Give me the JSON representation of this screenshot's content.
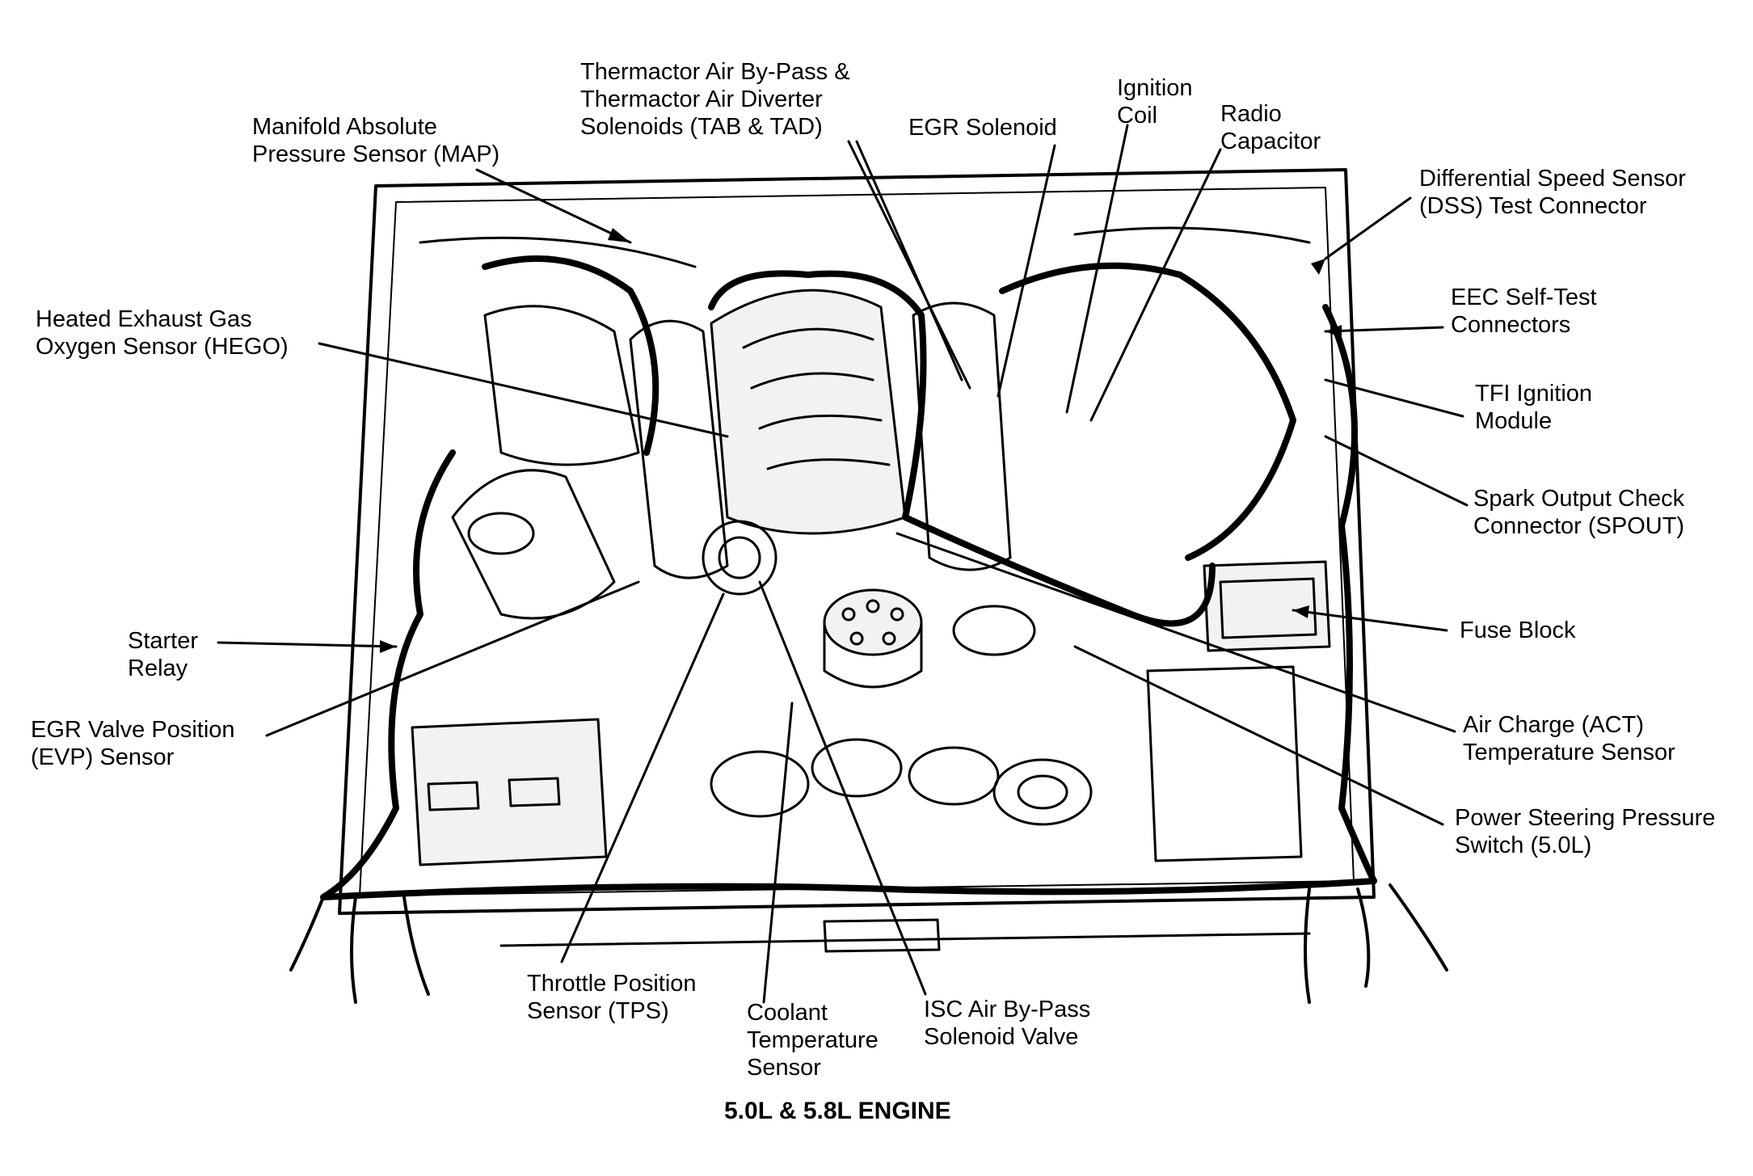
{
  "diagram": {
    "caption": "5.0L & 5.8L ENGINE",
    "colors": {
      "ink": "#000000",
      "paper": "#ffffff",
      "engine_fill": "#f2f2f2"
    },
    "labels": {
      "map": [
        "Manifold Absolute",
        "Pressure Sensor (MAP)"
      ],
      "thermactor": [
        "Thermactor Air By-Pass &",
        "Thermactor Air Diverter",
        "Solenoids (TAB & TAD)"
      ],
      "egr_solenoid": [
        "EGR Solenoid"
      ],
      "ignition_coil": [
        "Ignition",
        "Coil"
      ],
      "radio_capacitor": [
        "Radio",
        "Capacitor"
      ],
      "dss": [
        "Differential Speed Sensor",
        "(DSS)  Test Connector"
      ],
      "eec": [
        "EEC Self-Test",
        "Connectors"
      ],
      "tfi": [
        "TFI Ignition",
        "Module"
      ],
      "spout": [
        "Spark Output Check",
        "Connector (SPOUT)"
      ],
      "fuse_block": [
        "Fuse Block"
      ],
      "act": [
        "Air Charge (ACT)",
        "Temperature Sensor"
      ],
      "ps_switch": [
        "Power Steering Pressure",
        "Switch (5.0L)"
      ],
      "hego": [
        "Heated Exhaust Gas",
        "Oxygen Sensor (HEGO)"
      ],
      "starter_relay": [
        "Starter",
        "Relay"
      ],
      "evp": [
        "EGR Valve Position",
        "(EVP) Sensor"
      ],
      "tps": [
        "Throttle Position",
        "Sensor (TPS)"
      ],
      "coolant": [
        "Coolant",
        "Temperature",
        "Sensor"
      ],
      "isc": [
        "ISC Air By-Pass",
        "Solenoid Valve"
      ]
    }
  }
}
